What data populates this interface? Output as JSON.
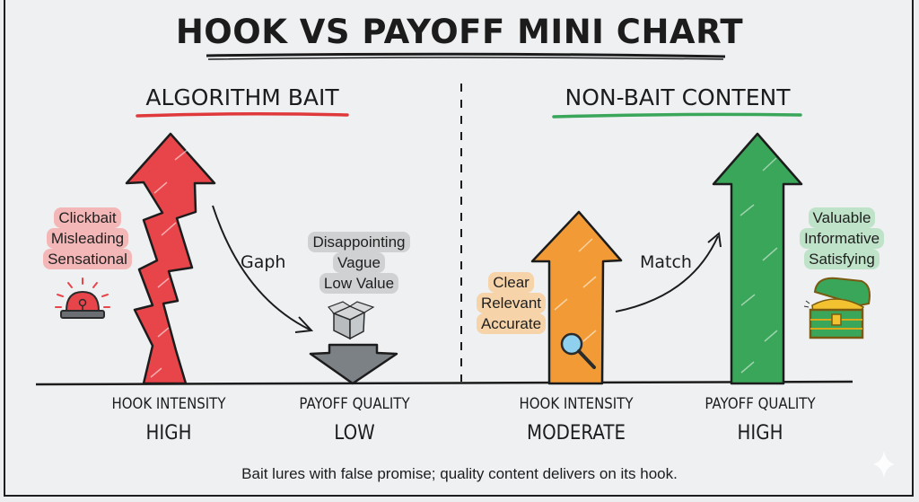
{
  "title": "HOOK VS PAYOFF MINI CHART",
  "sections": {
    "left": {
      "heading": "ALGORITHM BAIT",
      "underline_color": "#e0393b",
      "hook_tags": [
        "Clickbait",
        "Misleading",
        "Sensational"
      ],
      "hook_tag_color": "#f4b7b7",
      "payoff_tags": [
        "Disappointing",
        "Vague",
        "Low Value"
      ],
      "payoff_tag_color": "#cfd1d3",
      "connector_label": "Gaph",
      "hook_label": "HOOK INTENSITY",
      "hook_value": "HIGH",
      "payoff_label": "PAYOFF QUALITY",
      "payoff_value": "LOW",
      "hook_arrow_color": "#e8454a",
      "payoff_arrow_color": "#7c8186",
      "icons": [
        "siren-icon",
        "empty-box-icon"
      ]
    },
    "right": {
      "heading": "NON-BAIT CONTENT",
      "underline_color": "#3aa65a",
      "hook_tags": [
        "Clear",
        "Relevant",
        "Accurate"
      ],
      "hook_tag_color": "#f6d3a8",
      "payoff_tags": [
        "Valuable",
        "Informative",
        "Satisfying"
      ],
      "payoff_tag_color": "#bfe3c8",
      "connector_label": "Match",
      "hook_label": "HOOK INTENSITY",
      "hook_value": "MODERATE",
      "payoff_label": "PAYOFF QUALITY",
      "payoff_value": "HIGH",
      "hook_arrow_color": "#f29b36",
      "payoff_arrow_color": "#3aa65a",
      "icons": [
        "magnifier-icon",
        "treasure-chest-icon"
      ]
    }
  },
  "caption": "Bait lures with false promise; quality content delivers on its hook.",
  "chart_data": {
    "type": "bar",
    "title": "HOOK VS PAYOFF MINI CHART",
    "categories": [
      "Algorithm Bait: Hook Intensity",
      "Algorithm Bait: Payoff Quality",
      "Non-Bait Content: Hook Intensity",
      "Non-Bait Content: Payoff Quality"
    ],
    "values_qualitative": [
      "HIGH",
      "LOW",
      "MODERATE",
      "HIGH"
    ],
    "values": [
      3,
      -1,
      2,
      3
    ],
    "groups": [
      {
        "name": "ALGORITHM BAIT",
        "hook": "HIGH",
        "payoff": "LOW",
        "relation": "Gaph"
      },
      {
        "name": "NON-BAIT CONTENT",
        "hook": "MODERATE",
        "payoff": "HIGH",
        "relation": "Match"
      }
    ],
    "xlabel": "",
    "ylabel": "",
    "legend": "none",
    "grid": false
  }
}
